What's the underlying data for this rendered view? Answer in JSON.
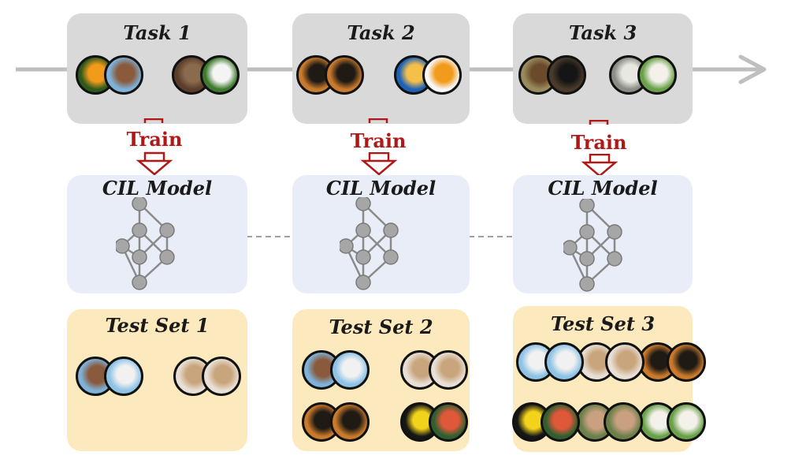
{
  "tasks": [
    {
      "label": "Task 1",
      "pairs": [
        [
          "bird-oriole",
          "bird-robin"
        ],
        [
          "dog-brown",
          "dog-white"
        ]
      ]
    },
    {
      "label": "Task 2",
      "pairs": [
        [
          "tiger",
          "tiger"
        ],
        [
          "fish-blue",
          "fish-goldfish"
        ]
      ]
    },
    {
      "label": "Task 3",
      "pairs": [
        [
          "monkey-brown",
          "monkey-black"
        ],
        [
          "sheep-white",
          "sheep-lamb"
        ]
      ]
    }
  ],
  "train_label": "Train",
  "model_label": "CIL Model",
  "test_sets": [
    {
      "label": "Test Set 1",
      "pairs": [
        [
          "bird-robin",
          "bird-eagle"
        ],
        [
          "dog-pug",
          "dog-pug"
        ]
      ]
    },
    {
      "label": "Test Set 2",
      "pairs": [
        [
          "bird-robin",
          "bird-eagle"
        ],
        [
          "dog-pug",
          "dog-pug"
        ],
        [
          "tiger",
          "tiger"
        ],
        [
          "fish-tropical",
          "fish-discus"
        ]
      ]
    },
    {
      "label": "Test Set 3",
      "pairs": [
        [
          "bird-eagle",
          "bird-eagle"
        ],
        [
          "dog-pug",
          "dog-pug"
        ],
        [
          "tiger",
          "tiger"
        ],
        [
          "fish-tropical",
          "fish-discus"
        ],
        [
          "monkey-macaque",
          "monkey-macaque"
        ],
        [
          "sheep-lamb",
          "sheep-lamb"
        ]
      ]
    }
  ],
  "colors": {
    "task_box": "#d9d9d9",
    "model_box": "#e9edf7",
    "test_box": "#fce9bd",
    "train_accent": "#b01818",
    "timeline": "#bfbfbf",
    "node": "#a6a6a6"
  },
  "icon_palette": {
    "bird-oriole": [
      "#2e5a1c",
      "#f29a1a"
    ],
    "bird-robin": [
      "#7fb2d9",
      "#8a5a3c"
    ],
    "bird-eagle": [
      "#8ec3e6",
      "#f1f1f1"
    ],
    "dog-brown": [
      "#5a3e2b",
      "#8b6b4e"
    ],
    "dog-white": [
      "#3e7a2e",
      "#f4f4f4"
    ],
    "dog-pug": [
      "#e8e0d6",
      "#c9a57d"
    ],
    "tiger": [
      "#c97a2c",
      "#1f1a14"
    ],
    "fish-blue": [
      "#1e62b8",
      "#f5c04a"
    ],
    "fish-goldfish": [
      "#f8f8f8",
      "#f29a1a"
    ],
    "fish-tropical": [
      "#161616",
      "#f2d21b"
    ],
    "fish-discus": [
      "#2f5f2f",
      "#e0583a"
    ],
    "monkey-brown": [
      "#9a8b5e",
      "#6a4a2a"
    ],
    "monkey-black": [
      "#4a3a2a",
      "#151515"
    ],
    "monkey-macaque": [
      "#6a7f4a",
      "#c9a080"
    ],
    "sheep-white": [
      "#8c8c86",
      "#e8e8e2"
    ],
    "sheep-lamb": [
      "#6aa04a",
      "#f3f1ea"
    ]
  }
}
